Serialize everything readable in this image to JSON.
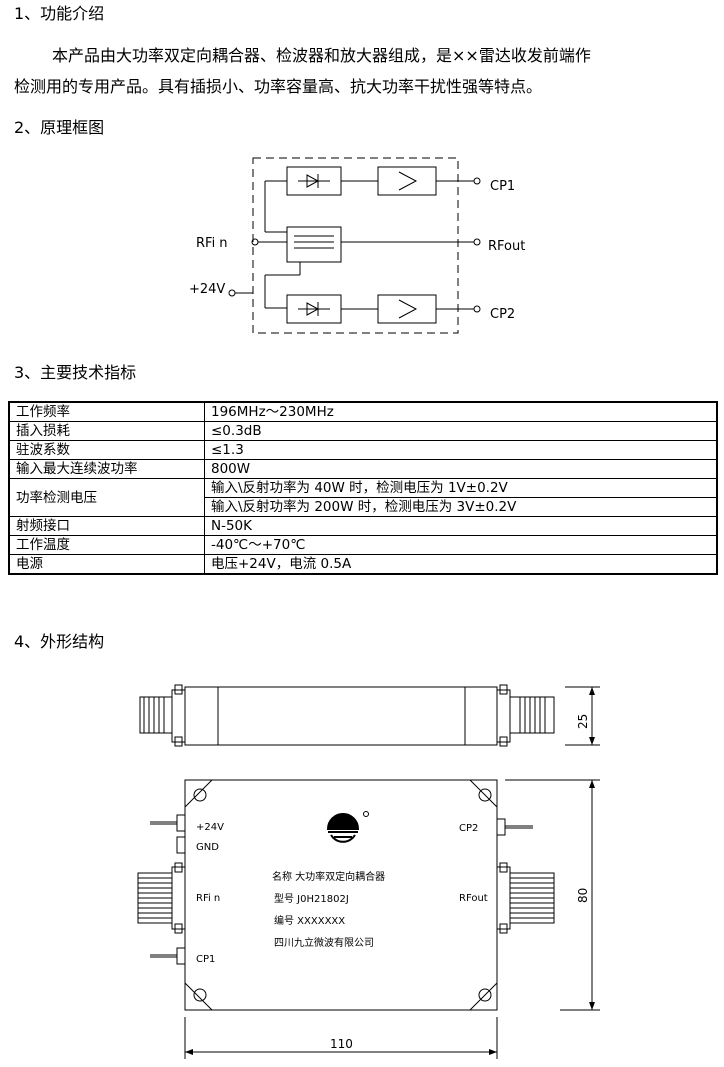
{
  "sections": {
    "s1": "1、功能介绍",
    "s2": "2、原理框图",
    "s3": "3、主要技术指标",
    "s4": "4、外形结构"
  },
  "intro": {
    "line1": "本产品由大功率双定向耦合器、检波器和放大器组成，是××雷达收发前端作",
    "line2": "检测用的专用产品。具有插损小、功率容量高、抗大功率干扰性强等特点。"
  },
  "block_diagram": {
    "port_rfin": "RFi n",
    "port_rfout": "RFout",
    "port_cp1": "CP1",
    "port_cp2": "CP2",
    "port_power": "+24V"
  },
  "specs": {
    "freq": {
      "label": "工作频率",
      "value": "196MHz～230MHz"
    },
    "loss": {
      "label": "插入损耗",
      "value": "≤0.3dB"
    },
    "vswr": {
      "label": "驻波系数",
      "value": "≤1.3"
    },
    "cw": {
      "label": "输入最大连续波功率",
      "value": "800W"
    },
    "detect": {
      "label": "功率检测电压",
      "value1": "输入\\反射功率为 40W 时，检测电压为 1V±0.2V",
      "value2": "输入\\反射功率为 200W 时，检测电压为 3V±0.2V"
    },
    "port": {
      "label": "射频接口",
      "value": "N-50K"
    },
    "temp": {
      "label": "工作温度",
      "value": "-40℃～+70℃"
    },
    "power": {
      "label": "电源",
      "value": "电压+24V，电流 0.5A"
    }
  },
  "outline": {
    "dim_height": "25",
    "dim_depth": "80",
    "dim_width": "110",
    "pin_power": "+24V",
    "pin_gnd": "GND",
    "pin_rfin": "RFi n",
    "pin_cp1": "CP1",
    "pin_cp2": "CP2",
    "pin_rfout": "RFout",
    "label_name": "名称  大功率双定向耦合器",
    "label_model": "型号  J0H21802J",
    "label_serial": "编号  XXXXXXX",
    "label_company": "四川九立微波有限公司"
  }
}
